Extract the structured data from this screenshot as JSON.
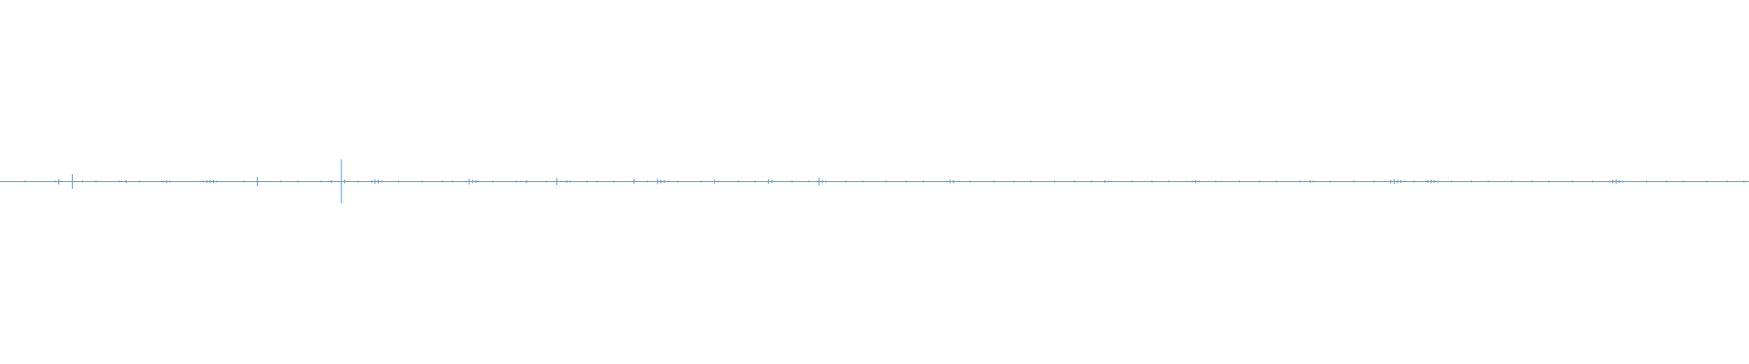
{
  "waveform": {
    "color": "#4a9fe0",
    "background": "#ffffff",
    "samples": [
      1,
      0,
      1,
      0,
      1,
      1,
      0,
      2,
      1,
      0,
      1,
      0,
      1,
      1,
      0,
      1,
      2,
      6,
      1,
      0,
      1,
      16,
      1,
      1,
      2,
      1,
      0,
      1,
      2,
      1,
      1,
      0,
      1,
      1,
      0,
      2,
      1,
      3,
      1,
      0,
      1,
      2,
      1,
      0,
      1,
      1,
      0,
      1,
      2,
      3,
      2,
      1,
      1,
      0,
      1,
      0,
      1,
      1,
      0,
      1,
      2,
      3,
      4,
      3,
      2,
      1,
      1,
      0,
      1,
      1,
      0,
      1,
      2,
      1,
      0,
      1,
      10,
      1,
      1,
      0,
      1,
      1,
      0,
      2,
      1,
      1,
      0,
      1,
      2,
      1,
      0,
      1,
      1,
      0,
      1,
      2,
      1,
      0,
      3,
      1,
      0,
      48,
      4,
      1,
      0,
      1,
      2,
      1,
      1,
      0,
      3,
      5,
      4,
      2,
      1,
      1,
      0,
      1,
      2,
      1,
      0,
      1,
      1,
      0,
      1,
      2,
      1,
      0,
      1,
      1,
      0,
      2,
      1,
      1,
      2,
      1,
      0,
      1,
      2,
      6,
      4,
      3,
      1,
      1,
      0,
      1,
      2,
      1,
      0,
      1,
      1,
      0,
      1,
      2,
      1,
      0,
      3,
      1,
      0,
      1,
      1,
      0,
      2,
      1,
      1,
      8,
      1,
      0,
      3,
      2,
      1,
      1,
      0,
      1,
      2,
      1,
      0,
      2,
      1,
      1,
      0,
      1,
      2,
      1,
      0,
      1,
      1,
      0,
      5,
      1,
      1,
      0,
      2,
      1,
      1,
      6,
      4,
      3,
      1,
      0,
      1,
      2,
      1,
      0,
      1,
      1,
      0,
      1,
      2,
      1,
      0,
      1,
      4,
      2,
      1,
      0,
      1,
      1,
      0,
      2,
      1,
      1,
      0,
      1,
      2,
      1,
      0,
      1,
      5,
      3,
      1,
      0,
      1,
      1,
      0,
      2,
      1,
      1,
      0,
      1,
      2,
      1,
      1,
      9,
      4,
      2,
      1,
      0,
      1,
      1,
      0,
      2,
      1,
      1,
      0,
      1,
      2,
      1,
      0,
      1,
      1,
      0,
      1,
      2,
      1,
      0,
      1,
      1,
      0,
      2,
      1,
      1,
      0,
      1,
      2,
      1,
      0,
      1,
      1,
      0,
      1,
      2,
      4,
      3,
      1,
      1,
      0,
      1,
      2,
      1,
      0,
      1,
      1,
      0,
      1,
      2,
      1,
      0,
      1,
      1,
      0,
      2,
      1,
      1,
      0,
      1,
      2,
      1,
      0,
      1,
      1,
      0,
      1,
      2,
      1,
      0,
      1,
      1,
      0,
      2,
      1,
      1,
      0,
      1,
      2,
      1,
      0,
      1,
      3,
      2,
      1,
      0,
      1,
      1,
      0,
      1,
      2,
      1,
      0,
      1,
      1,
      0,
      2,
      1,
      1,
      0,
      1,
      2,
      1,
      0,
      1,
      1,
      0,
      1,
      2,
      3,
      2,
      1,
      1,
      0,
      1,
      2,
      1,
      0,
      1,
      1,
      0,
      1,
      2,
      1,
      0,
      1,
      1,
      0,
      2,
      1,
      1,
      0,
      1,
      2,
      1,
      0,
      1,
      1,
      0,
      1,
      2,
      1,
      0,
      3,
      2,
      1,
      1,
      0,
      1,
      2,
      1,
      0,
      1,
      1,
      0,
      1,
      2,
      1,
      0,
      1,
      1,
      0,
      2,
      1,
      1,
      0,
      1,
      4,
      5,
      4,
      3,
      1,
      0,
      1,
      2,
      1,
      0,
      1,
      3,
      4,
      3,
      2,
      1,
      0,
      1,
      2,
      1,
      0,
      1,
      1,
      0,
      2,
      1,
      1,
      0,
      1,
      2,
      1,
      0,
      1,
      1,
      0,
      1,
      2,
      1,
      0,
      1,
      1,
      0,
      2,
      1,
      1,
      0,
      1,
      2,
      1,
      0,
      1,
      1,
      0,
      1,
      2,
      1,
      0,
      1,
      1,
      0,
      2,
      1,
      1,
      0,
      1,
      2,
      4,
      5,
      3,
      2,
      1,
      0,
      1,
      1,
      0,
      1,
      2,
      1,
      0,
      1,
      1,
      0,
      2,
      1,
      1,
      0,
      1,
      2,
      1,
      0,
      1,
      1,
      0,
      1,
      2,
      1,
      0,
      1,
      1,
      0,
      2,
      1,
      1,
      0,
      1,
      2,
      1
    ]
  }
}
